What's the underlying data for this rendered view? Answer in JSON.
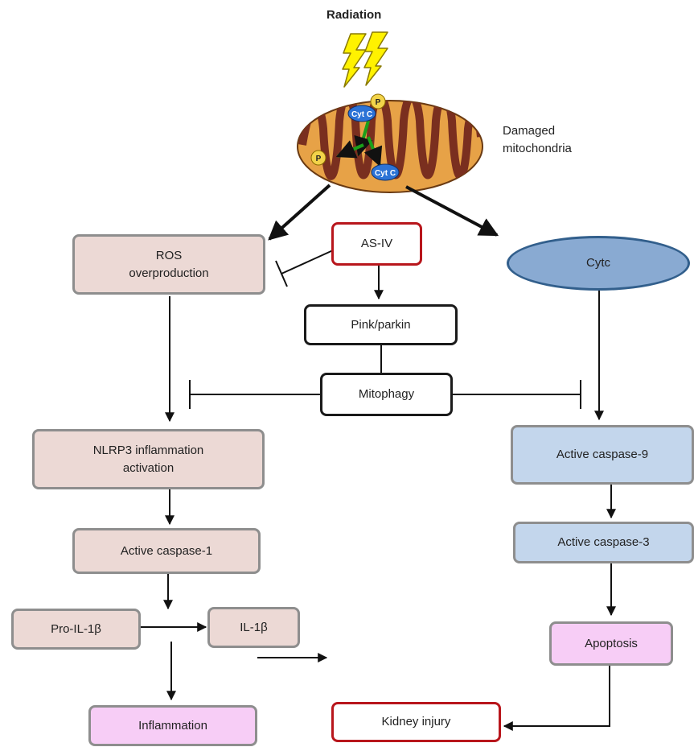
{
  "header": {
    "radiation": "Radiation"
  },
  "mito": {
    "label": "Damaged\nmitochondria",
    "cyt_top": "Cyt C",
    "cyt_bottom": "Cyt C",
    "p_top": "P",
    "p_left": "P"
  },
  "nodes": {
    "ros": "ROS\noverproduction",
    "asiv": "AS-IV",
    "pink": "Pink/parkin",
    "mitophagy": "Mitophagy",
    "cytc": "Cytc",
    "nlrp3": "NLRP3 inflammation\nactivation",
    "casp1": "Active caspase-1",
    "proil": "Pro-IL-1β",
    "il1b": "IL-1β",
    "inflammation": "Inflammation",
    "casp9": "Active caspase-9",
    "casp3": "Active caspase-3",
    "apoptosis": "Apoptosis",
    "kidney": "Kidney injury"
  },
  "colors": {
    "pink_fill": "#ecd9d5",
    "blue_fill": "#c3d6ec",
    "magenta_fill": "#f7cdf6",
    "red_border": "#b8161c",
    "oval_fill": "#89aad2",
    "lightning": "#fff200"
  }
}
